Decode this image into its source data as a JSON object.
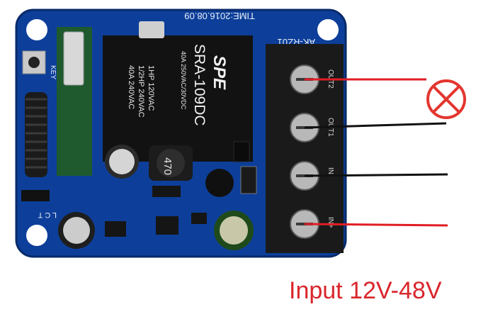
{
  "caption": {
    "text": "Input 12V-48V"
  },
  "board": {
    "model_label": "AK-RZ01",
    "date_label": "TIME:2016.08.09",
    "key_label": "KEY",
    "jumper_label": "L C T",
    "inductor_label": "470",
    "terminal_labels": [
      "OUT2",
      "OUT1",
      "IN-",
      "IN+"
    ]
  },
  "relay": {
    "brand": "SPE",
    "model": "SRA-109DC",
    "ratings": [
      "1HP 120VAC",
      "1/2HP 240VAC",
      "40A 240VAC"
    ],
    "side_rating": "40A 250VAC/30VDC"
  },
  "colors": {
    "pcb": "#0d3f9a",
    "pcb_dark": "#0a2f78",
    "relay_body": "#121212",
    "terminal": "#1a1a1a",
    "wire_red": "#e11d25",
    "wire_black": "#111111",
    "caption": "#d9262c",
    "lamp": "#e3362f"
  },
  "icons": {
    "load": "lamp-icon"
  }
}
